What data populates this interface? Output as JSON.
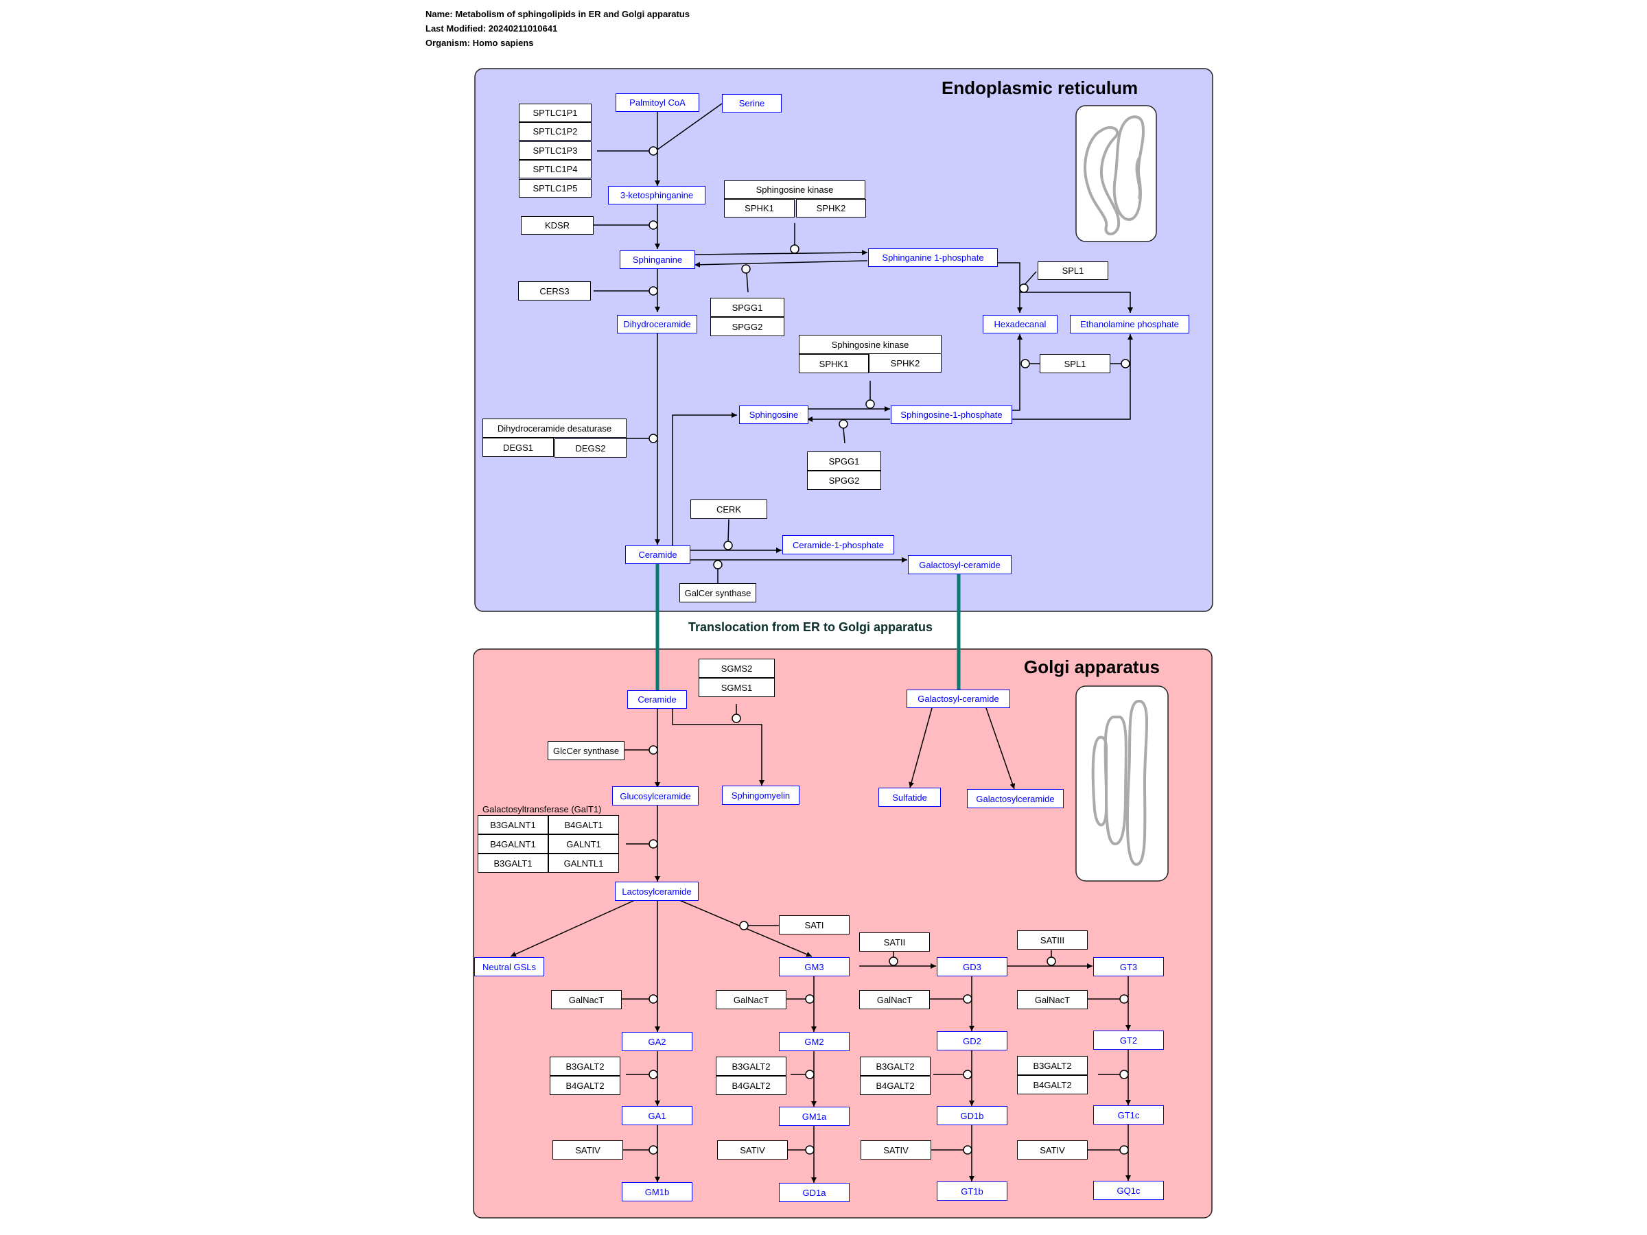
{
  "header": {
    "name": "Name: Metabolism of sphingolipids in ER and Golgi apparatus",
    "modified": "Last Modified: 20240211010641",
    "organism": "Organism: Homo sapiens"
  },
  "colors": {
    "er_fill": "#ccccff",
    "golgi_fill": "#ffbbbf",
    "metabolite": "#0000ff",
    "translocation": "#0a7a70"
  },
  "compartments": {
    "er": "Endoplasmic reticulum",
    "golgi": "Golgi apparatus",
    "translocation": "Translocation from ER to Golgi apparatus"
  },
  "groups": {
    "sphk_top": "Sphingosine kinase",
    "sphk_mid": "Sphingosine kinase",
    "des": "Dihydroceramide desaturase",
    "galt": "Galactosyltransferase (GalT1)"
  },
  "icons": [
    "er-organelle-icon",
    "golgi-organelle-icon"
  ],
  "nodes": {
    "palmitoyl": "Palmitoyl CoA",
    "serine": "Serine",
    "sptlc1p1": "SPTLC1P1",
    "sptlc1p2": "SPTLC1P2",
    "sptlc1p3": "SPTLC1P3",
    "sptlc1p4": "SPTLC1P4",
    "sptlc1p5": "SPTLC1P5",
    "ketosph": "3-ketosphinganine",
    "kdsr": "KDSR",
    "sphk_t": "Sphingosine kinase",
    "sphk1_t": "SPHK1",
    "sphk2_t": "SPHK2",
    "sphinganine": "Sphinganine",
    "sa1p": "Sphinganine 1-phosphate",
    "spl1_t": "SPL1",
    "cers3": "CERS3",
    "spgg1_t": "SPGG1",
    "spgg2_t": "SPGG2",
    "dhcer": "Dihydroceramide",
    "hexadecanal": "Hexadecanal",
    "ethphos": "Ethanolamine phosphate",
    "sphk_m": "Sphingosine kinase",
    "sphk1_m": "SPHK1",
    "sphk2_m": "SPHK2",
    "spl1_m": "SPL1",
    "sphingosine": "Sphingosine",
    "s1p": "Sphingosine-1-phosphate",
    "des": "Dihydroceramide desaturase",
    "degs1": "DEGS1",
    "degs2": "DEGS2",
    "spgg1_m": "SPGG1",
    "spgg2_m": "SPGG2",
    "cerk": "CERK",
    "cer_er": "Ceramide",
    "c1p": "Ceramide-1-phosphate",
    "galcer_er": "Galactosyl-ceramide",
    "galcersyn": "GalCer synthase",
    "sgms2": "SGMS2",
    "sgms1": "SGMS1",
    "cer_g": "Ceramide",
    "galcer_g": "Galactosyl-ceramide",
    "glccersyn": "GlcCer synthase",
    "glccer": "Glucosylceramide",
    "sm": "Sphingomyelin",
    "sulfatide": "Sulfatide",
    "galcer2": "Galactosylceramide",
    "b3galnt1": "B3GALNT1",
    "b4galt1": "B4GALT1",
    "b4galnt1": "B4GALNT1",
    "galnt1": "GALNT1",
    "b3galt1": "B3GALT1",
    "galntl1": "GALNTL1",
    "laccer": "Lactosylceramide",
    "sati": "SATI",
    "satii": "SATII",
    "satiii": "SATIII",
    "neutral": "Neutral GSLs",
    "gm3": "GM3",
    "gd3": "GD3",
    "gt3": "GT3",
    "galnact1": "GalNacT",
    "galnact2": "GalNacT",
    "galnact3": "GalNacT",
    "galnact4": "GalNacT",
    "ga2": "GA2",
    "gm2": "GM2",
    "gd2": "GD2",
    "gt2": "GT2",
    "b3galt2_1": "B3GALT2",
    "b4galt2_1": "B4GALT2",
    "b3galt2_2": "B3GALT2",
    "b4galt2_2": "B4GALT2",
    "b3galt2_3": "B3GALT2",
    "b4galt2_3": "B4GALT2",
    "b3galt2_4": "B3GALT2",
    "b4galt2_4": "B4GALT2",
    "ga1": "GA1",
    "gm1a": "GM1a",
    "gd1b": "GD1b",
    "gt1c": "GT1c",
    "sativ1": "SATIV",
    "sativ2": "SATIV",
    "sativ3": "SATIV",
    "sativ4": "SATIV",
    "gm1b": "GM1b",
    "gd1a": "GD1a",
    "gt1b": "GT1b",
    "gq1c": "GQ1c"
  }
}
